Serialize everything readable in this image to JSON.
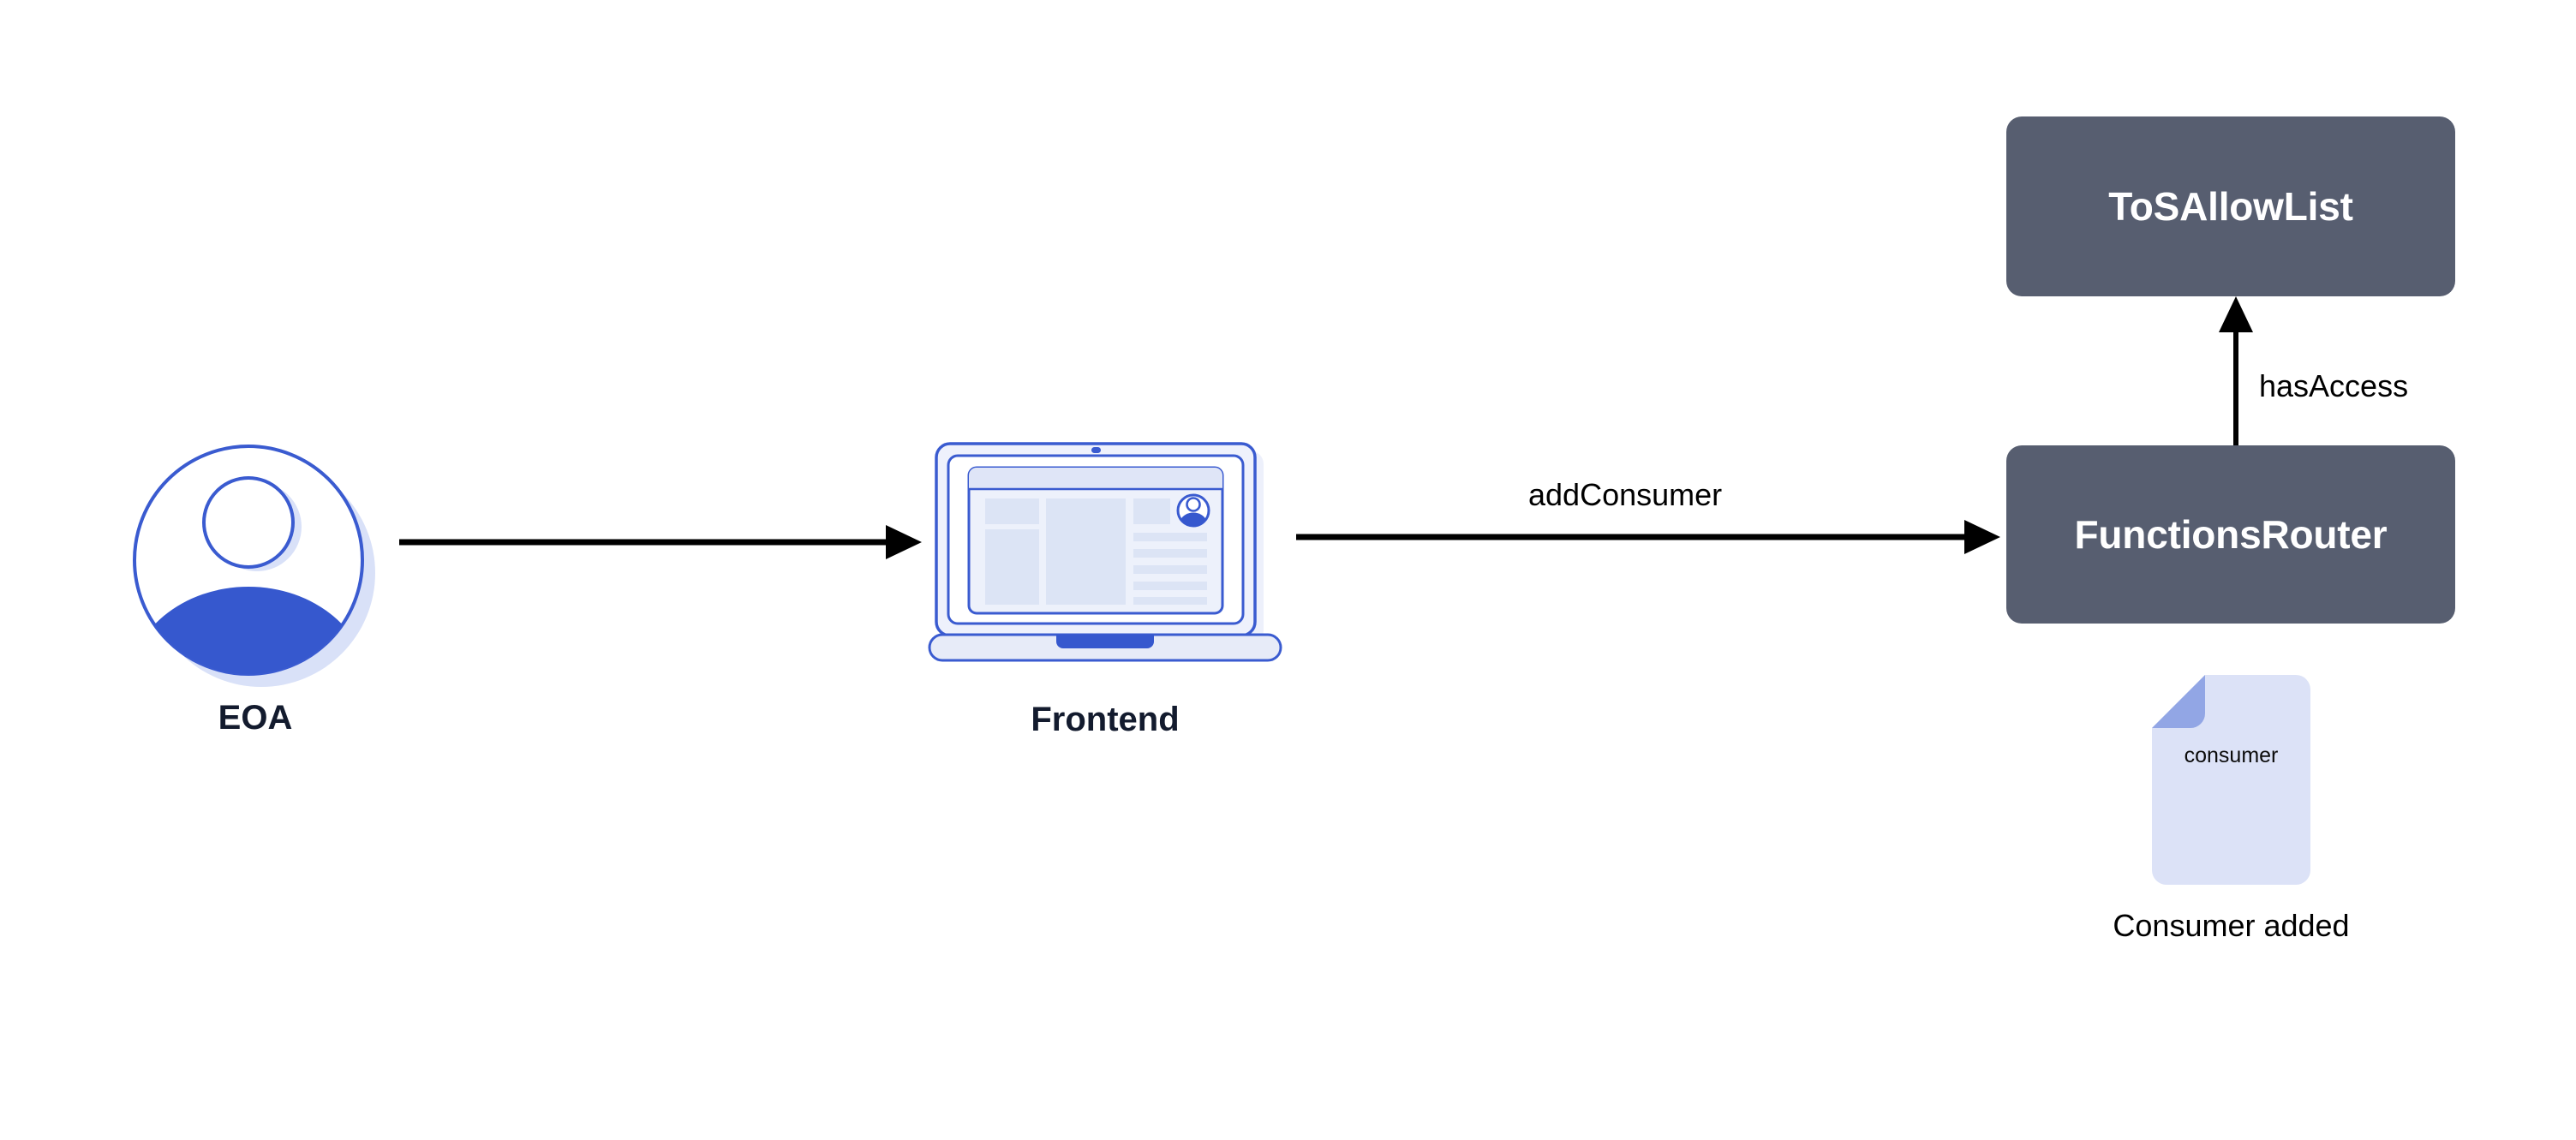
{
  "diagram": {
    "title_present": false,
    "background": "#ffffff",
    "colors": {
      "contract_box": "#575E70",
      "contract_text": "#ffffff",
      "caption_text": "#131B2E",
      "accent_blue": "#3658CE",
      "outline_blue": "#3A5BD0",
      "pale_blue": "#DCE2F7",
      "periwinkle": "#92A6E5",
      "arrow": "#000000"
    }
  },
  "nodes": {
    "eoa": {
      "label": "EOA",
      "icon": "user-avatar-icon"
    },
    "frontend": {
      "label": "Frontend",
      "icon": "laptop-icon"
    },
    "tos_allow_list": {
      "label": "ToSAllowList",
      "kind": "contract-box"
    },
    "functions_router": {
      "label": "FunctionsRouter",
      "kind": "contract-box"
    },
    "consumer_doc": {
      "doc_text": "consumer",
      "caption": "Consumer added",
      "icon": "document-icon"
    }
  },
  "edges": [
    {
      "id": "eoa-to-frontend",
      "from": "eoa",
      "to": "frontend",
      "label": "",
      "direction": "right"
    },
    {
      "id": "frontend-to-router",
      "from": "frontend",
      "to": "functions_router",
      "label": "addConsumer",
      "direction": "right"
    },
    {
      "id": "router-to-tosallowlist",
      "from": "functions_router",
      "to": "tos_allow_list",
      "label": "hasAccess",
      "direction": "up"
    }
  ]
}
